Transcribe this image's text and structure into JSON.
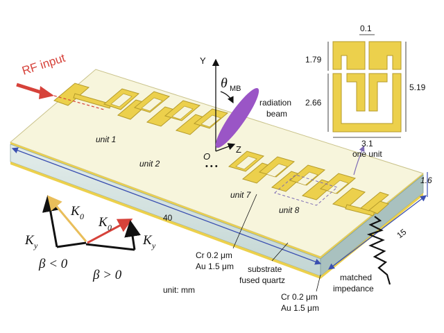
{
  "labels": {
    "rf_input": "RF input",
    "axis_y": "Y",
    "axis_z": "Z",
    "axis_origin": "O",
    "theta_symbol": "θ",
    "theta_subscript": "MB",
    "radiation_beam_line1": "radiation",
    "radiation_beam_line2": "beam",
    "unit1": "unit 1",
    "unit2": "unit 2",
    "unit7": "unit 7",
    "unit8": "unit 8",
    "dots": "• • •",
    "one_unit": "one unit",
    "dim_gap": "0.1",
    "dim_upper": "1.79",
    "dim_lower": "2.66",
    "dim_height": "5.19",
    "dim_width": "3.1",
    "dim_length": "40",
    "dim_width_substrate": "15",
    "dim_thickness": "1.6",
    "cr_top": "Cr 0.2 μm",
    "au_top": "Au 1.5 μm",
    "substrate_line1": "substrate",
    "substrate_line2": "fused quartz",
    "cr_bottom": "Cr 0.2 μm",
    "au_bottom": "Au 1.5 μm",
    "matched_line1": "matched",
    "matched_line2": "impedance",
    "unit_note": "unit: mm",
    "ky_left": "K",
    "ky_left_sub": "y",
    "ky_right": "K",
    "ky_right_sub": "y",
    "k0_left": "K",
    "k0_left_sub": "0",
    "k0_right": "K",
    "k0_right_sub": "0",
    "beta_neg": "β < 0",
    "beta_pos": "β > 0"
  },
  "colors": {
    "gold": "#ecd04c",
    "gold_edge": "#b49a2a",
    "board_top": "#f7f5dc",
    "substrate_side": "#d6e4e2",
    "substrate_dark": "#9bb6b4",
    "dimension_line": "#3a4fb0",
    "beam": "#9a55c6",
    "arrow_red": "#d6423a",
    "arrow_gold": "#e9be5a",
    "callout": "#7d6bb5"
  }
}
